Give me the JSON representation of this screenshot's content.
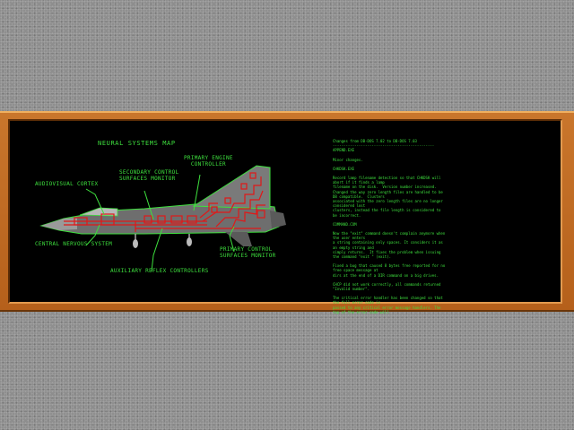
{
  "map": {
    "title": "NEURAL SYSTEMS MAP",
    "labels": {
      "audiovisual_cortex": "AUDIOVISUAL CORTEX",
      "secondary_control": "SECONDARY CONTROL\nSURFACES MONITOR",
      "primary_engine": "PRIMARY ENGINE\nCONTROLLER",
      "central_nervous": "CENTRAL NERVOUS SYSTEM",
      "auxiliary_reflex": "AUXILIARY REFLEX CONTROLLERS",
      "primary_control": "PRIMARY CONTROL\nSURFACES MONITOR"
    }
  },
  "notes": {
    "lines": [
      "Changes from DB-DOS 7.02 to DB-DOS 7.03",
      "-----------------------------------------------",
      "APPEND.EXE",
      "",
      "Minor changes.",
      "",
      "CHKDSK.EXE",
      "",
      "Record lamp filename detection so that CHKDSK will",
      "abort if it finds a lamp",
      "filename on the disk.  Version number increased.",
      "Changed the way zero length files are handled to be",
      "DB compatible.  Clusters",
      "associated with the zero length files are no longer",
      "considered lost",
      "clusters, instead the file length is considered to",
      "be incorrect.",
      "",
      "COMMAND.COM",
      "",
      "Now the \"exit\" command doesn't complain anymore when",
      "the user enters",
      "a string containing only spaces. It considers it as",
      "an empty string and",
      "simply returns.  It fixes the problem when issuing",
      "the command \"exit \" (exit).",
      "",
      "Fixed a bug that caused 8 bytes free reported for no",
      "free space message at",
      "dirs at the end of a DIR command on a big drives.",
      "",
      "CHCP did not work correctly, all commands returned",
      "\"Invalid number\".",
      "",
      "The critical error handler has been changed so that",
      "the full error code is",
      "passed to any critical error message handlers. The",
      "top of the error code will"
    ]
  },
  "colors": {
    "frame": "#c06a22",
    "text": "#3ee03e",
    "circuit": "#e01818",
    "aircraft": "#7a7a7a"
  }
}
